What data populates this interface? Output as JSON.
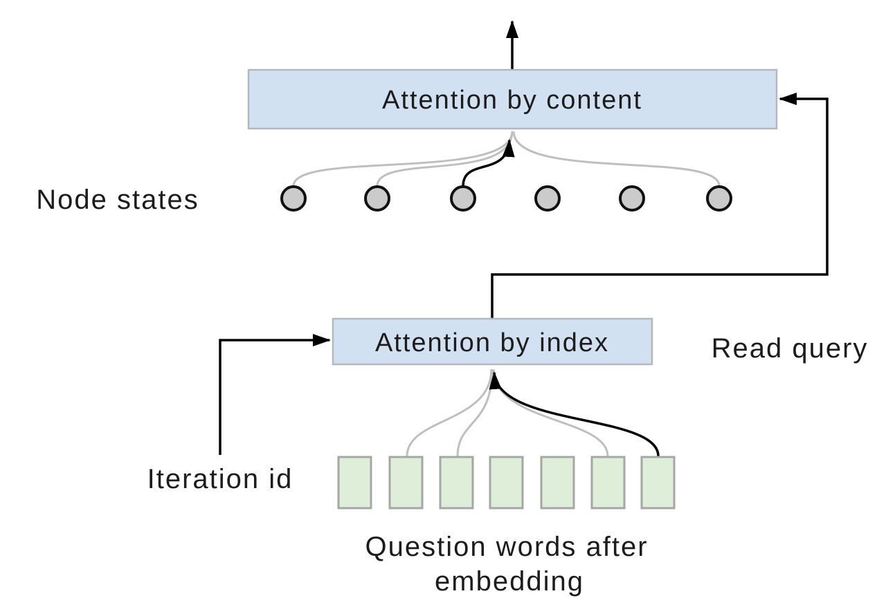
{
  "diagram": {
    "boxes": {
      "attention_by_content": {
        "label": "Attention by content"
      },
      "attention_by_index": {
        "label": "Attention by index"
      }
    },
    "labels": {
      "node_states": "Node states",
      "read_query": "Read query",
      "iteration_id": "Iteration id",
      "question_words_line1": "Question words after",
      "question_words_line2": "embedding"
    },
    "node_states_count": 6,
    "question_word_count": 7,
    "colors": {
      "box_fill": "#d2e1f1",
      "box_border": "#b4b7bb",
      "node_fill": "#cbcbcb",
      "node_border": "#111111",
      "word_fill": "#dfeed9",
      "word_border": "#a6a6a6",
      "line_black": "#000000",
      "line_gray": "#bfbfbf",
      "text": "#1c1c1c"
    }
  }
}
